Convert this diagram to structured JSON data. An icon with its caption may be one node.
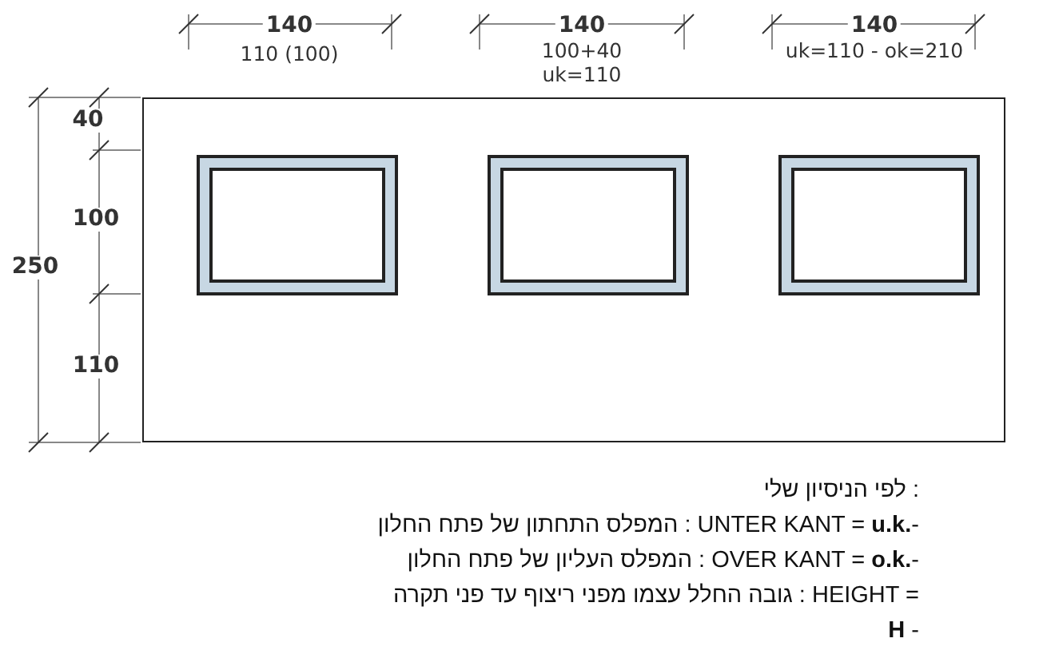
{
  "diagram": {
    "nodes": [
      {
        "text": [],
        "shape": "box"
      },
      {
        "text": [],
        "shape": "box",
        "in": 0
      },
      {
        "text": [],
        "shape": "box",
        "in": 0
      },
      {
        "text": [],
        "shape": "box",
        "in": 0
      }
    ],
    "labels": [
      "140",
      "110 (100)",
      "140",
      "100+40",
      "uk=110",
      "140",
      "uk=110 - ok=210",
      "40",
      "100",
      "250",
      "110",
      "לפי הניסיון שלי :",
      "המפלס התחתון של פתח החלון : UNTER KANT = **u.k.**-",
      "המפלס העליון של פתח החלון : OVER KANT = **o.k.**-",
      "גובה החלל עצמו מפני ריצוף עד פני תקרה : HEIGHT = **H** -"
    ]
  }
}
